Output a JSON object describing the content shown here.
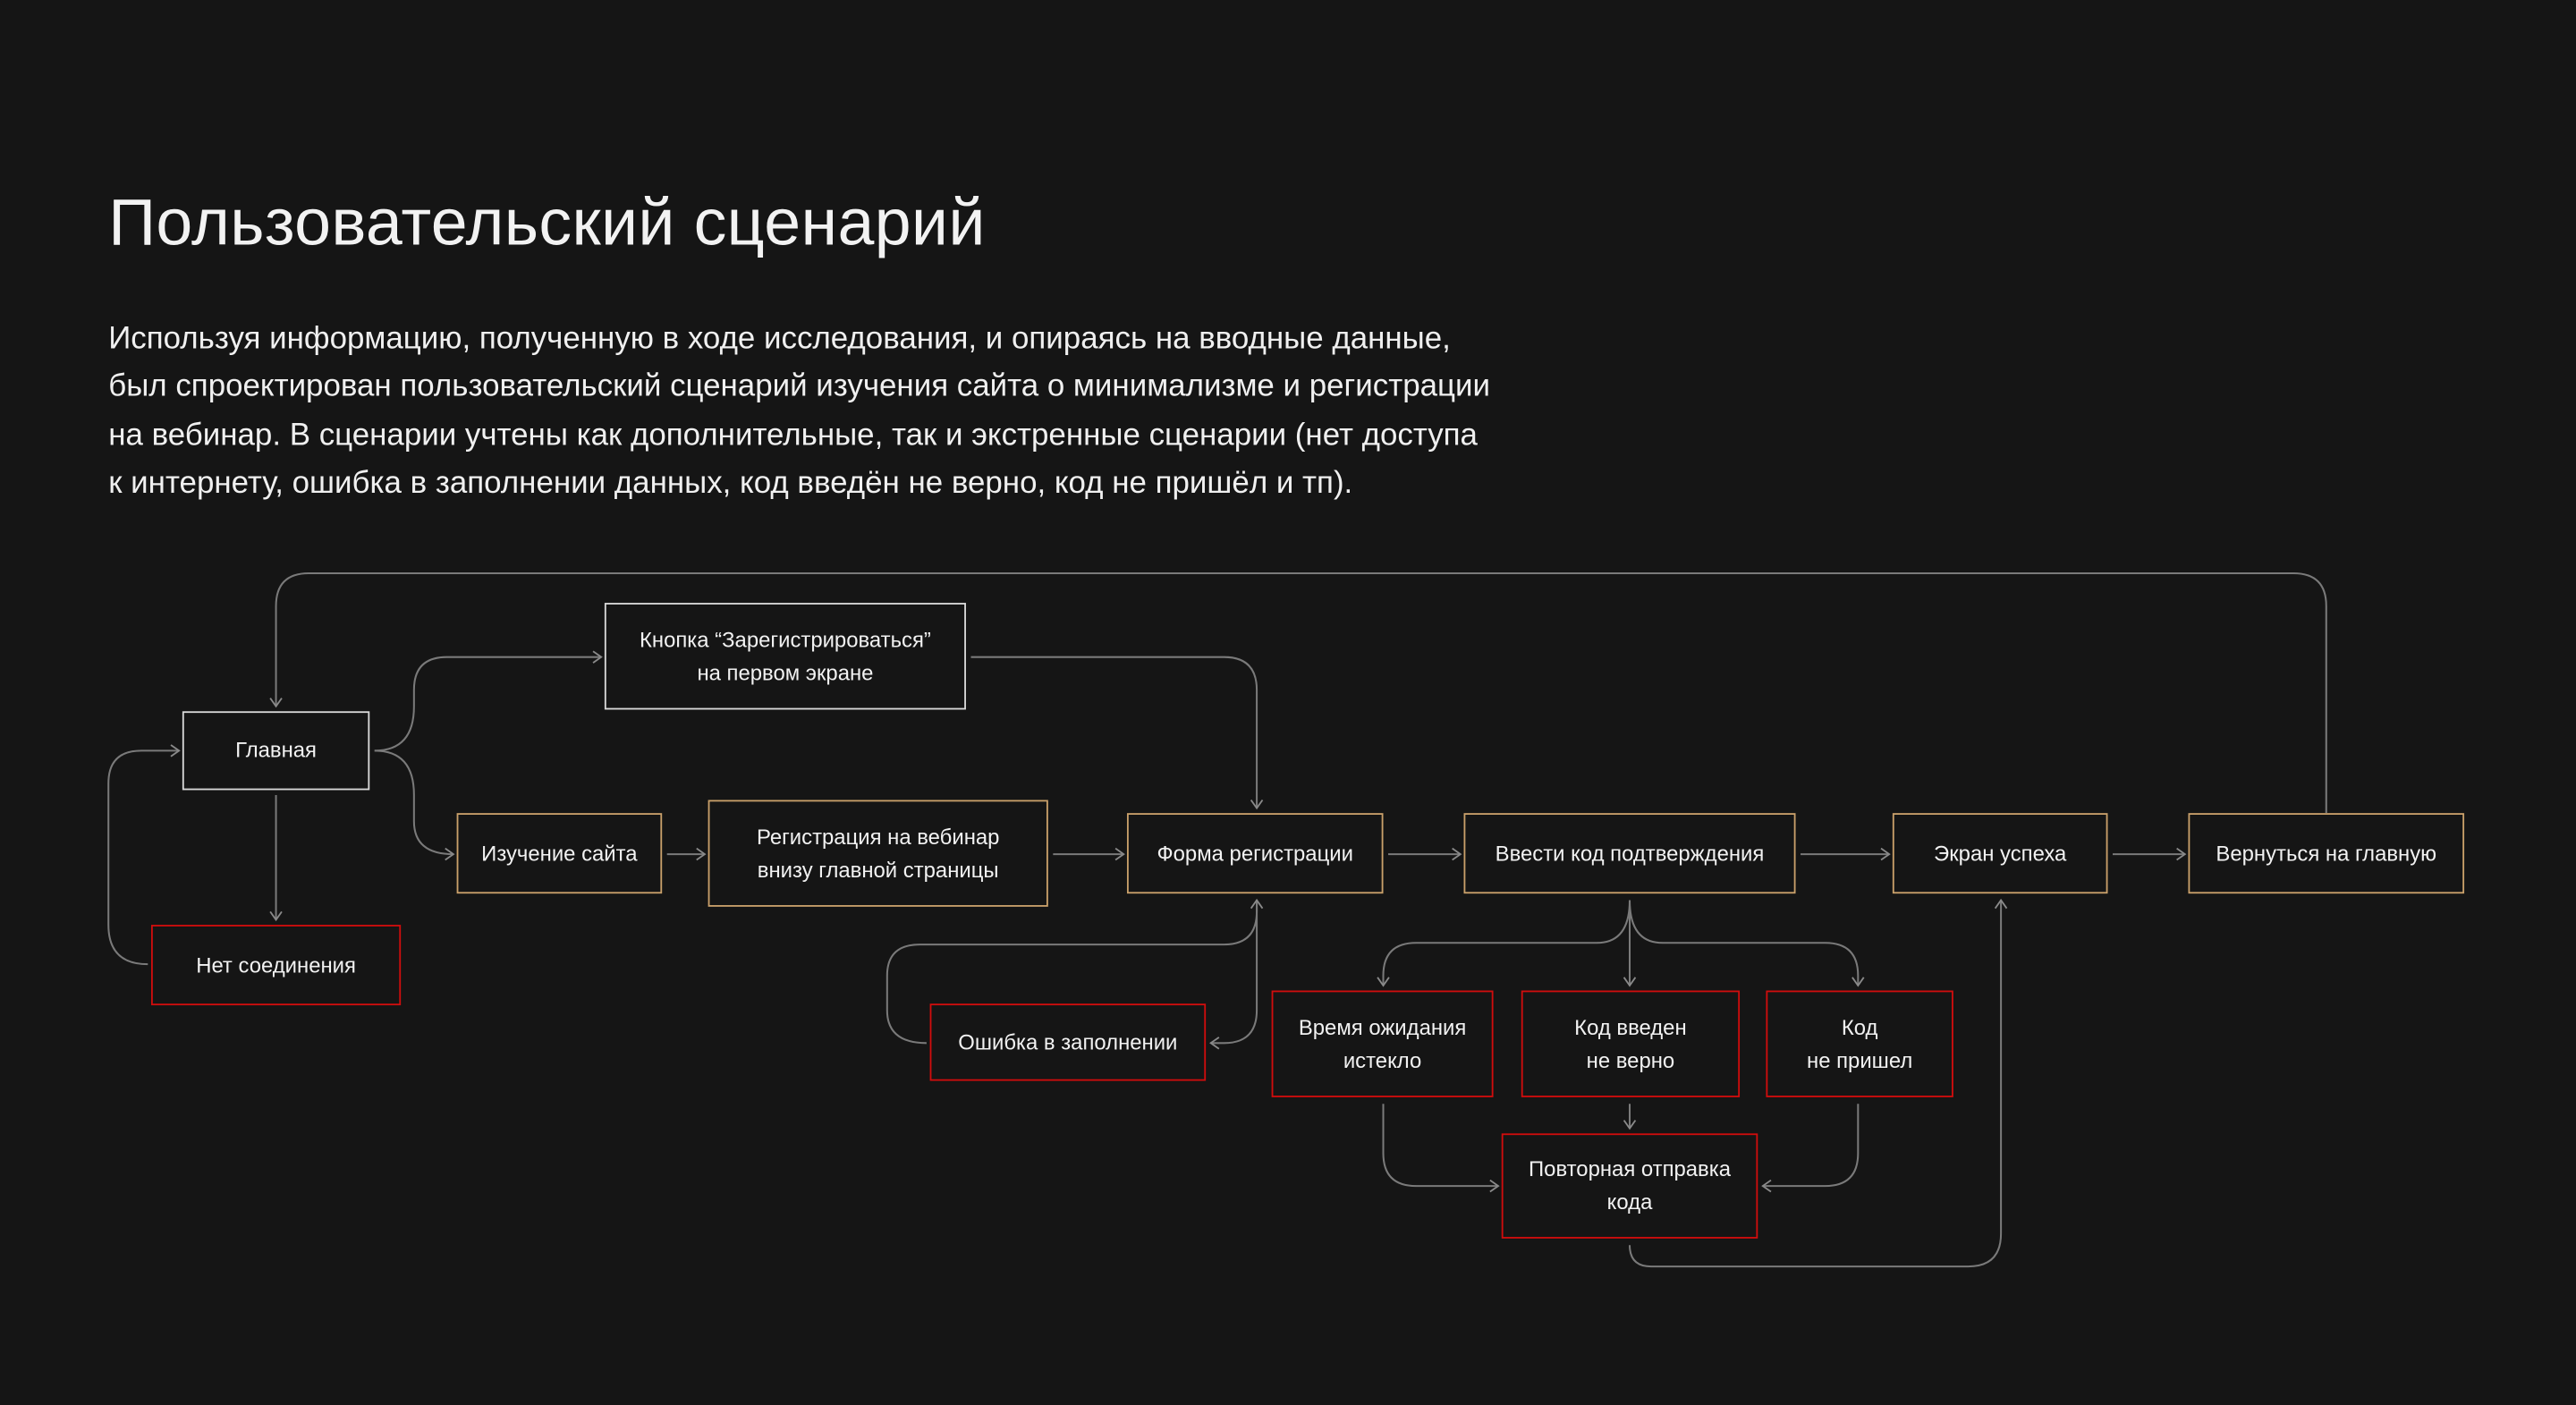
{
  "header": {
    "title": "Пользовательский сценарий",
    "description": [
      "Используя информацию, полученную в ходе исследования, и опираясь на вводные данные,",
      "был спроектирован пользовательский сценарий изучения сайта о минимализме и регистрации",
      "на вебинар. В сценарии учтены как дополнительные, так и экстренные сценарии (нет доступа",
      "к интернету, ошибка в заполнении данных, код введён не верно, код не пришёл и тп)."
    ]
  },
  "colors": {
    "background": "#151515",
    "main_path": "#c9a06a",
    "error_path": "#d00d0d",
    "entry": "#d9d9d9",
    "connector": "#7a7a7a"
  },
  "nodes": {
    "home": [
      "Главная"
    ],
    "register_button": [
      "Кнопка “Зарегистрироваться”",
      "на первом экране"
    ],
    "explore": [
      "Изучение сайта"
    ],
    "webinar_bottom": [
      "Регистрация на вебинар",
      "внизу главной страницы"
    ],
    "form": [
      "Форма регистрации"
    ],
    "enter_code": [
      "Ввести код подтверждения"
    ],
    "success": [
      "Экран успеха"
    ],
    "back_home": [
      "Вернуться на главную"
    ],
    "no_connection": [
      "Нет соединения"
    ],
    "fill_error": [
      "Ошибка в заполнении"
    ],
    "timeout": [
      "Время ожидания",
      "истекло"
    ],
    "wrong_code": [
      "Код введен",
      "не верно"
    ],
    "no_code": [
      "Код",
      "не пришел"
    ],
    "resend": [
      "Повторная отправка",
      "кода"
    ]
  }
}
